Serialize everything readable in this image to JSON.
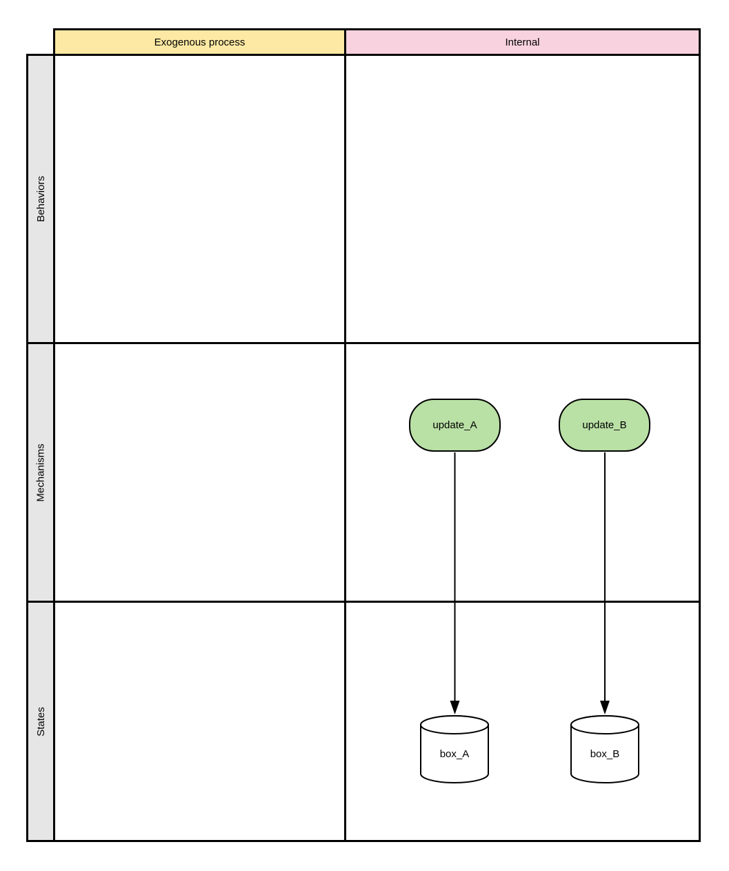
{
  "diagram": {
    "type": "swimlane-grid",
    "columns": [
      {
        "label": "Exogenous process",
        "fill": "#fde9a3"
      },
      {
        "label": "Internal",
        "fill": "#f8d2de"
      }
    ],
    "rows": [
      {
        "label": "Behaviors"
      },
      {
        "label": "Mechanisms"
      },
      {
        "label": "States"
      }
    ],
    "row_header_fill": "#e6e6e6",
    "line_color": "#000000",
    "nodes": [
      {
        "label": "update_A",
        "shape": "rounded-process",
        "fill": "#b9e0a5",
        "row": "Mechanisms",
        "column": "Internal"
      },
      {
        "label": "update_B",
        "shape": "rounded-process",
        "fill": "#b9e0a5",
        "row": "Mechanisms",
        "column": "Internal"
      },
      {
        "label": "box_A",
        "shape": "cylinder",
        "fill": "#ffffff",
        "row": "States",
        "column": "Internal"
      },
      {
        "label": "box_B",
        "shape": "cylinder",
        "fill": "#ffffff",
        "row": "States",
        "column": "Internal"
      }
    ],
    "edges": [
      {
        "from": "update_A",
        "to": "box_A",
        "style": "solid-arrow-down"
      },
      {
        "from": "update_B",
        "to": "box_B",
        "style": "solid-arrow-down"
      }
    ]
  }
}
